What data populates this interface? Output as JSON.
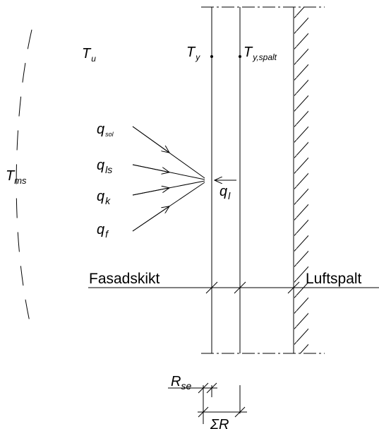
{
  "labels": {
    "t_u_main": "T",
    "t_u_sub": "u",
    "t_y_main": "T",
    "t_y_sub": "y",
    "t_y_spalt_main": "T",
    "t_y_spalt_sub": "y,spalt",
    "t_ms_main": "T",
    "t_ms_sub": "ms",
    "q_sol_main": "q",
    "q_sol_sub": "sol",
    "q_ls_main": "q",
    "q_ls_sub": "ls",
    "q_k_main": "q",
    "q_k_sub": "k",
    "q_f_main": "q",
    "q_f_sub": "f",
    "q_l_main": "q",
    "q_l_sub": "l",
    "fasadskikt": "Fasadskikt",
    "luftspalt": "Luftspalt",
    "r_se_main": "R",
    "r_se_sub": "se",
    "sum_r": "ΣR"
  },
  "colors": {
    "ink": "#000000",
    "background": "#ffffff"
  }
}
